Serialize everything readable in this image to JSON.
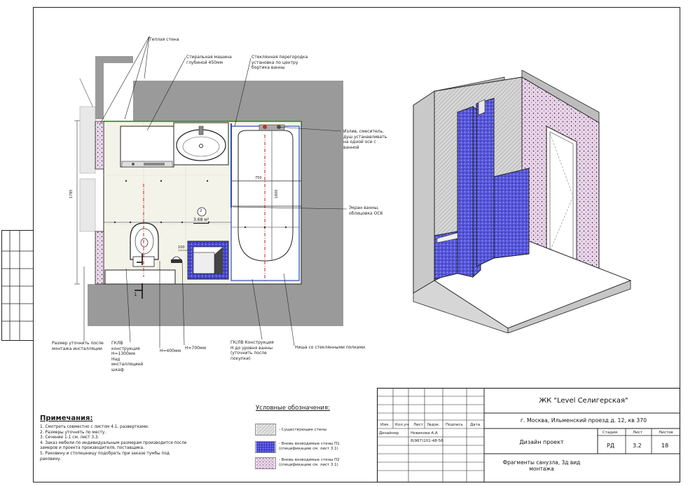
{
  "plan": {
    "callouts": {
      "warm_wall": "Теплая стена",
      "washing_machine": "Стиральная машина\nглубиной 450мм",
      "glass_partition": "Стеклянная перегородка\nустановка по центру\nбортика ванны",
      "spout_mixer": "Излив, смеситель,\nдуш устанавливать\nна одной оси с\nванной",
      "bath_screen": "Экран ванны,\nоблицовка ОС6",
      "size_clarify": "Размер уточнить после\nмонтажа инсталляции",
      "gklv_1300": "ГКЛВ\nконструкция\nН=1300мм\nНад\nинсталляцией\nшкаф",
      "h400": "Н=400мм",
      "h700": "Н=700мм",
      "gklv_bath": "ГК/ЛВ Конструкция\nН до уровня ванны\n(уточнить после\nпокупки)",
      "niche": "Ниша со стеклянными полками"
    },
    "dimensions": {
      "d1785": "1785",
      "d750": "750",
      "d1800": "1800",
      "d100": "100"
    },
    "room_number": "2",
    "room_area": "3.68 м²",
    "section_mark": "1"
  },
  "notes": {
    "title": "Примечания:",
    "items": [
      "1.   Смотреть совместно с листом 4.1, развертками.",
      "2.   Размеры уточнять по месту.",
      "3.   Сечение 1-1 см. лист 3.3.",
      "4.   Заказ мебели по индивидуальным размерам производится после\n       замеров и проекта производителя, поставщика.",
      "5.   Раковину и столешницу подобрать при заказе тумбы под\n       раковину."
    ]
  },
  "legend": {
    "title": "Условные обозначения:",
    "items": [
      {
        "label": "- Существующие стены",
        "pattern": "hatch"
      },
      {
        "label": "- Вновь возводимые стены П1\n(спецификацию см. лист 3.1)",
        "pattern": "blue"
      },
      {
        "label": "- Вновь возводимые стены П2\n(спецификацию см. лист 3.1)",
        "pattern": "pink"
      }
    ]
  },
  "title_block": {
    "col_headers": [
      "Изм.",
      "Кол.уч",
      "Лист",
      "№док.",
      "Подпись",
      "Дата"
    ],
    "designer_label": "Дизайнер",
    "designer_name": "Новикова А.А",
    "phone": "8(967)101-48-56",
    "project": "ЖК \"Level Селигерская\"",
    "address": "г. Москва, Ильменский проезд д. 12, кв 370",
    "doc_type": "Дизайн проект",
    "stage_label": "Стадия",
    "sheet_label": "Лист",
    "sheets_label": "Листов",
    "stage": "РД",
    "sheet": "3.2",
    "sheets": "18",
    "sheet_title": "Фрагменты санузла, 3д вид\nмонтажа"
  },
  "colors": {
    "line": "#1a1a1a",
    "wall_dark": "#b9b9b9",
    "wall_p1": "#5c5ce6",
    "wall_p2": "#e6cde6",
    "red_axis": "#d21e1e",
    "blue_line": "#2a4db8",
    "green_line": "#2a9a2a"
  }
}
